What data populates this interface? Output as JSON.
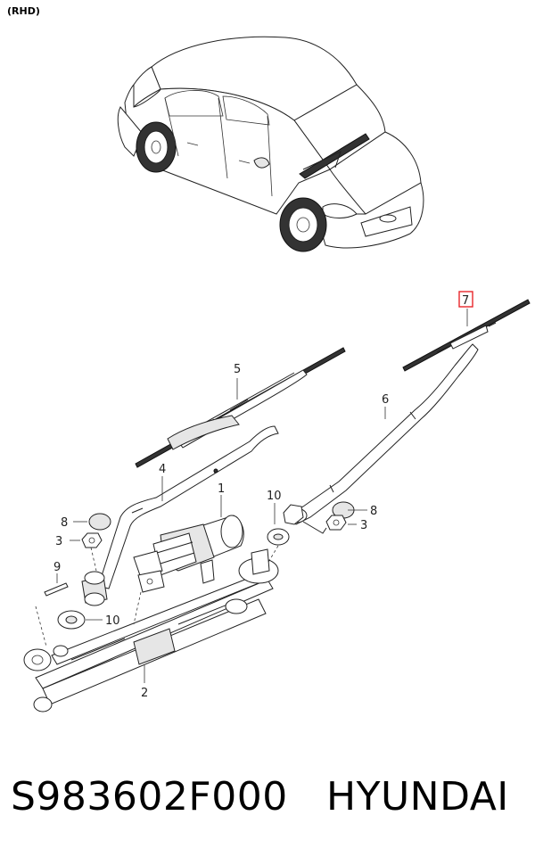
{
  "header": {
    "variant_label": "(RHD)"
  },
  "callouts": {
    "c1": "1",
    "c2": "2",
    "c3_left": "3",
    "c3_right": "3",
    "c4": "4",
    "c5": "5",
    "c6": "6",
    "c7": "7",
    "c8_left": "8",
    "c8_right": "8",
    "c9": "9",
    "c10_left": "10",
    "c10_right": "10"
  },
  "highlight_color": "#e8262b",
  "footer": {
    "part_number": "S983602F000",
    "brand": "HYUNDAI"
  }
}
